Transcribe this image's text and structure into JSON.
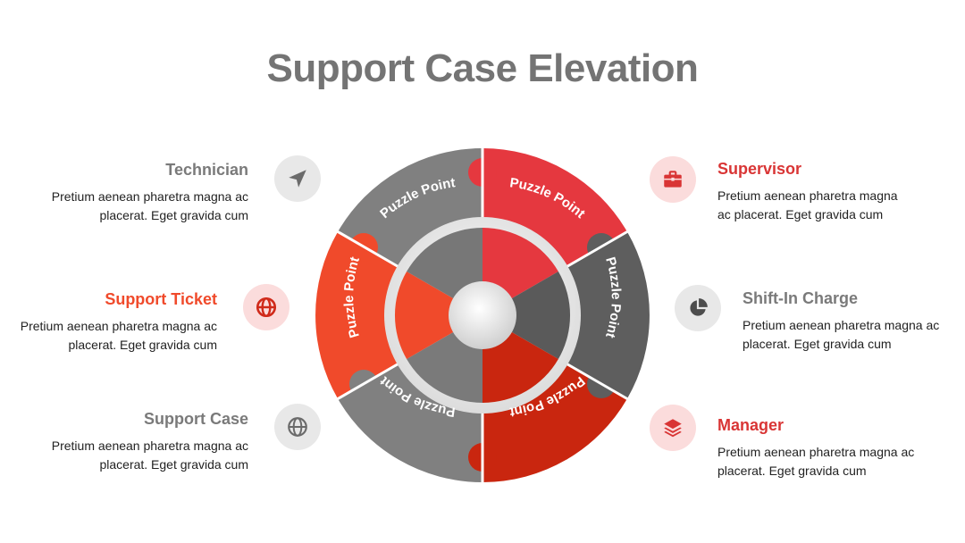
{
  "title": "Support Case Elevation",
  "center_labels": [
    "Puzzle Point",
    "Puzzle Point",
    "Puzzle Point",
    "Puzzle Point",
    "Puzzle Point",
    "Puzzle Point"
  ],
  "items": {
    "technician": {
      "heading": "Technician",
      "desc_line1": "Pretium aenean pharetra magna ac",
      "desc_line2": "placerat. Eget gravida cum",
      "icon": "send-icon"
    },
    "support_ticket": {
      "heading": "Support Ticket",
      "desc_line1": "Pretium aenean pharetra magna ac",
      "desc_line2": "placerat. Eget gravida cum",
      "icon": "globe-icon"
    },
    "support_case": {
      "heading": "Support Case",
      "desc_line1": "Pretium aenean pharetra magna ac",
      "desc_line2": "placerat. Eget gravida cum",
      "icon": "globe-icon"
    },
    "supervisor": {
      "heading": "Supervisor",
      "desc_line1": "Pretium aenean pharetra magna",
      "desc_line2": "ac placerat. Eget gravida cum",
      "icon": "briefcase-icon"
    },
    "shift_in_charge": {
      "heading": "Shift-In Charge",
      "desc_line1": "Pretium aenean pharetra magna ac",
      "desc_line2": "placerat. Eget gravida cum",
      "icon": "pie-chart-icon"
    },
    "manager": {
      "heading": "Manager",
      "desc_line1": "Pretium aenean pharetra magna ac",
      "desc_line2": "placerat. Eget gravida cum",
      "icon": "layers-icon"
    }
  },
  "colors": {
    "title": "#747474",
    "gray": "#808080",
    "dark_gray": "#5e5e5e",
    "red": "#e5383f",
    "orange_red": "#f04a2b",
    "deep_red": "#c9260f",
    "red_heading": "#d93535",
    "orange_heading": "#f04a2b",
    "gray_heading": "#7a7a7a",
    "icon_bg_gray": "#e8e8e8",
    "icon_bg_red": "#fbdcdc"
  }
}
